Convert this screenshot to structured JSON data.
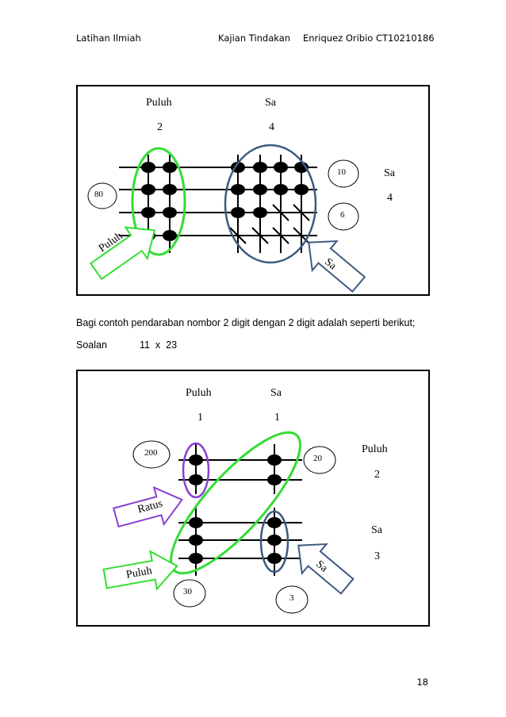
{
  "header": {
    "left": "Latihan Ilmiah",
    "center": "Kajian Tindakan",
    "right": "Enriquez Oribio CT10210186"
  },
  "diagram1": {
    "puluh_label": "Puluh",
    "sa_label": "Sa",
    "puluh_digit": "2",
    "sa_digit": "4",
    "right_sa_label": "Sa",
    "right_sa_digit": "4",
    "circle_80": "80",
    "circle_10": "10",
    "circle_6": "6",
    "arrow_puluh": "Puluh",
    "arrow_sa": "Sa",
    "colors": {
      "green": "#33dd33",
      "blue": "#3d5a80"
    }
  },
  "text": {
    "line1": "Bagi contoh pendaraban nombor 2 digit dengan 2 digit adalah seperti berikut;",
    "soalan_label": "Soalan",
    "soalan_expr": "11  x  23"
  },
  "diagram2": {
    "puluh_label": "Puluh",
    "sa_label": "Sa",
    "puluh_digit": "1",
    "sa_digit": "1",
    "right_puluh_label": "Puluh",
    "right_puluh_digit": "2",
    "right_sa_label": "Sa",
    "right_sa_digit": "3",
    "circle_200": "200",
    "circle_20": "20",
    "circle_30": "30",
    "circle_3": "3",
    "arrow_ratus": "Ratus",
    "arrow_puluh": "Puluh",
    "arrow_sa": "Sa",
    "colors": {
      "green": "#33dd33",
      "blue": "#3d5a80",
      "purple": "#8a3fd0"
    }
  },
  "page_number": "18"
}
